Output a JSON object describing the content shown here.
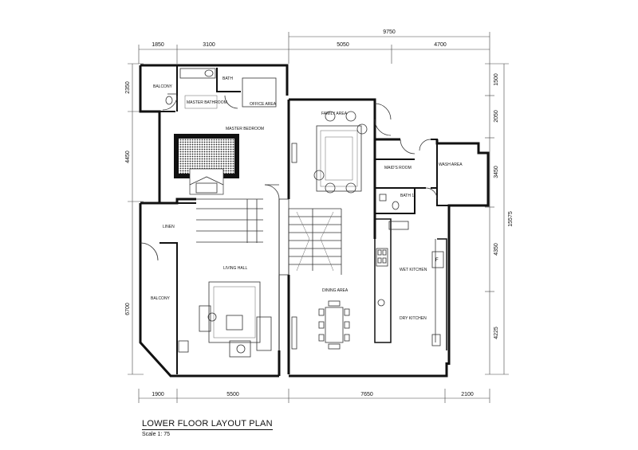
{
  "title": "LOWER FLOOR LAYOUT PLAN",
  "scale": "Scale 1: 75",
  "dimensions": {
    "top_overall": "9750",
    "top": [
      "1850",
      "3100",
      "5050",
      "4700"
    ],
    "bottom": [
      "1900",
      "5500",
      "7650",
      "2100"
    ],
    "left": [
      "2350",
      "4450",
      "6700"
    ],
    "right": [
      "1500",
      "2050",
      "3450",
      "4350",
      "4225"
    ],
    "right_overall": "15575"
  },
  "rooms": {
    "balcony_top": "BALCONY",
    "bath": "BATH",
    "master_bathroom": "MASTER BATHROOM",
    "office_area": "OFFICE AREA",
    "master_bedroom": "MASTER BEDROOM",
    "family_area": "FAMILY AREA",
    "maids_room": "MAID'S ROOM",
    "wash_area": "WASH AREA",
    "bath_1": "BATH 1",
    "linen": "LINEN",
    "living_hall": "LIVING HALL",
    "balcony_left": "BALCONY",
    "dining_area": "DINING AREA",
    "wet_kitchen": "WET KITCHEN",
    "dry_kitchen": "DRY KITCHEN",
    "fridge_mark": "F"
  }
}
